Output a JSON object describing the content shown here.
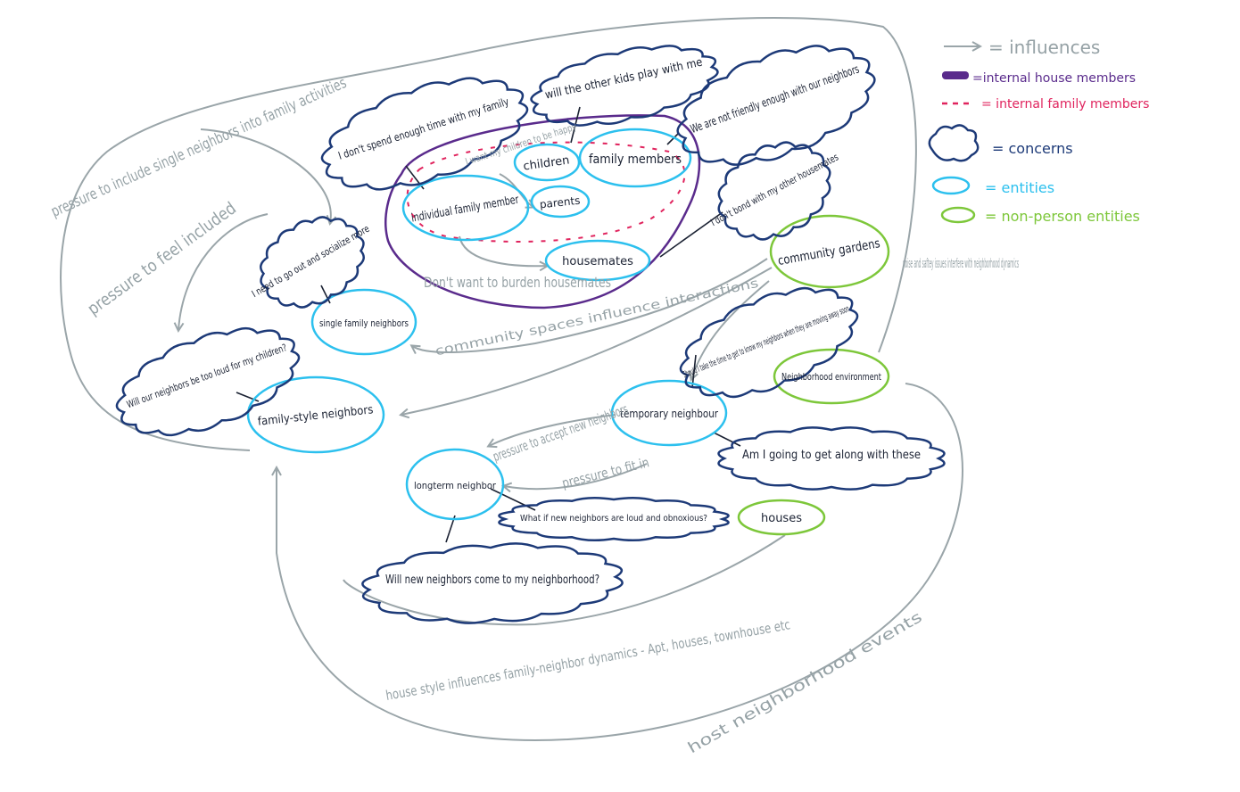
{
  "legend": {
    "influences": "= influences",
    "internal_house_members": "=internal house members",
    "internal_family_members": "= internal family members",
    "concerns": "= concerns",
    "entities": "= entities",
    "non_person_entities": "= non-person entities"
  },
  "entities": {
    "individual_family_member": "individual family member",
    "children": "children",
    "parents": "parents",
    "family_members": "family members",
    "housemates": "housemates",
    "single_family_neighbors": "single family neighbors",
    "family_style_neighbors": "family-style neighbors",
    "temporary_neighbour": "temporary neighbour",
    "longterm_neighbor": "longterm neighbor"
  },
  "non_person_entities": {
    "community_gardens": "community gardens",
    "neighborhood_environment": "Neighborhood environment",
    "houses": "houses"
  },
  "concerns": {
    "dont_spend_time": "I don't spend enough time with my family",
    "kids_play": "will the other kids play with me",
    "not_friendly": "We are not friendly enough with our neighbors",
    "dont_bond": "I don't bond with my other housemates",
    "go_out_socialize": "I need to go out and socialize more",
    "neighbors_too_loud": "Will our neighbors be too loud for my children?",
    "take_the_time": "Should I take the time to get to know my neighbors when they are moving away soon",
    "get_along": "Am I going to get along with these",
    "loud_obnoxious": "What if new neighbors are loud and obnoxious?",
    "new_neighbors_come": "Will new neighbors come to my neighborhood?"
  },
  "influence_labels": {
    "pressure_include": "pressure to include single neighbors into family activities",
    "pressure_included": "pressure to feel included",
    "want_children_happy": "I want my children to be happy",
    "dont_burden": "Don't want to burden housemates",
    "community_spaces": "community spaces influence interactions",
    "pressure_accept": "pressure to accept new neighbors",
    "pressure_fit": "pressure to fit in",
    "noise_safety": "noise and saftey issues interfere with neighborhood dynamics",
    "house_style": "house style influences family-neighbor dynamics - Apt, houses, townhouse etc",
    "host_events": "host neighborhood events"
  },
  "colors": {
    "concern_outline": "#1d3a78",
    "entity_outline": "#2cc0ee",
    "non_person_outline": "#7dc73a",
    "house_members": "#5a2b8c",
    "family_members_dash": "#e0245e",
    "influence_arrow": "#9aa5a9",
    "ink": "#1b2233",
    "grey_text": "#96a2a6"
  }
}
